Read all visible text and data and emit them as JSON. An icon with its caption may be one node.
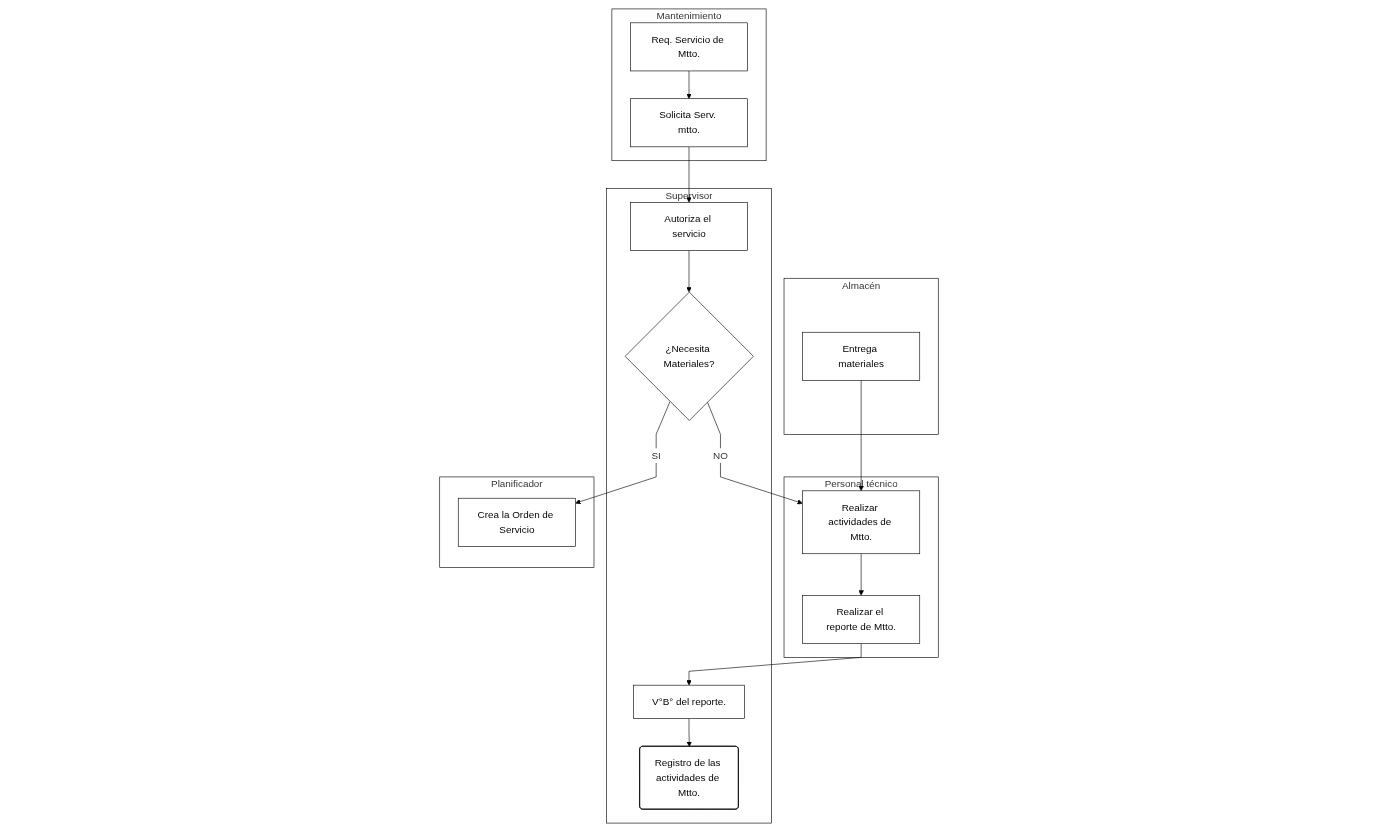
{
  "diagram": {
    "nodes": [
      {
        "text": [
          "Mantenimiento"
        ]
      },
      {
        "text": [
          "Req. Servicio de Mtto."
        ],
        "in": 0
      },
      {
        "text": [
          "Solicita Serv. mtto."
        ],
        "in": 0
      },
      {
        "text": [
          "Supervisor"
        ]
      },
      {
        "text": [
          "Autoriza el servicio"
        ],
        "in": 3
      },
      {
        "text": [
          "¿Necesita Materiales?"
        ],
        "in": 3
      },
      {
        "text": [
          "V°B° del reporte."
        ],
        "in": 3
      },
      {
        "text": [
          "Registro de las actividades de Mtto."
        ],
        "in": 3
      },
      {
        "text": [
          "Planificador"
        ]
      },
      {
        "text": [
          "Crea la Orden de Servicio"
        ],
        "in": 8
      },
      {
        "text": [
          "Almacén"
        ]
      },
      {
        "text": [
          "Entrega materiales"
        ],
        "in": 10
      },
      {
        "text": [
          "Personal técnico"
        ]
      },
      {
        "text": [
          "Realizar actividades de Mtto."
        ],
        "in": 12
      },
      {
        "text": [
          "Realizar el reporte de Mtto."
        ],
        "in": 12
      }
    ],
    "edges": [
      {
        "from": 1,
        "to": 2,
        "arrow": "to"
      },
      {
        "from": 2,
        "to": 4,
        "arrow": "to"
      },
      {
        "from": 4,
        "to": 5,
        "arrow": "to"
      },
      {
        "from": 5,
        "to": 9,
        "arrow": "to",
        "label": "SI"
      },
      {
        "from": 5,
        "to": 13,
        "arrow": "to",
        "label": "NO"
      },
      {
        "from": 11,
        "to": 13,
        "arrow": "to"
      },
      {
        "from": 13,
        "to": 14,
        "arrow": "to"
      },
      {
        "from": 14,
        "to": 6,
        "arrow": "to"
      },
      {
        "from": 6,
        "to": 7,
        "arrow": "to"
      }
    ]
  }
}
